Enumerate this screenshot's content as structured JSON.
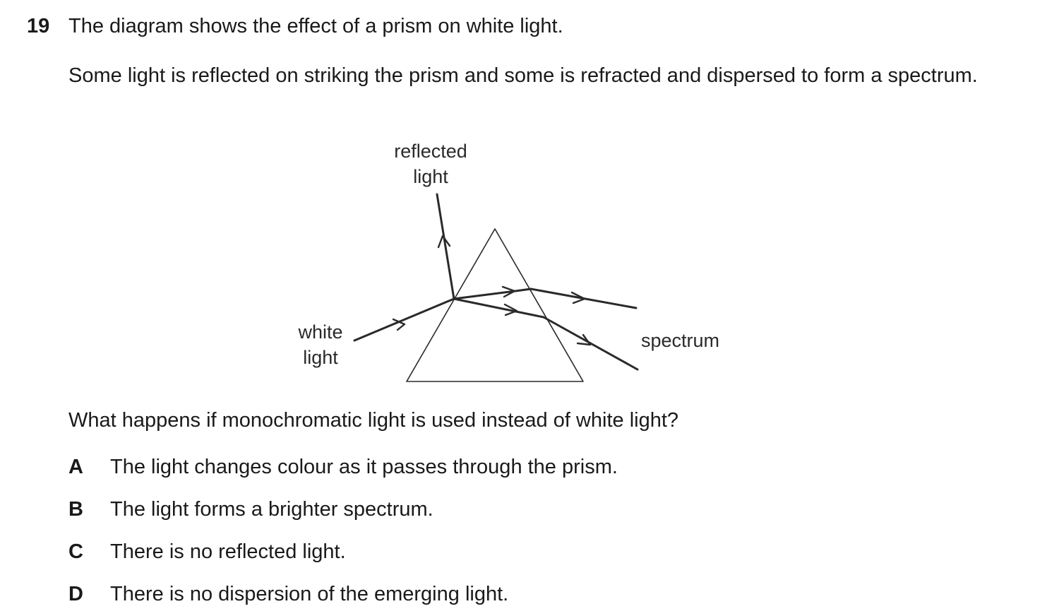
{
  "question": {
    "number": "19",
    "stem": "The diagram shows the effect of a prism on white light.",
    "intro": "Some light is reflected on striking the prism and some is refracted and dispersed to form a spectrum.",
    "prompt": "What happens if monochromatic light is used instead of white light?"
  },
  "diagram": {
    "label_reflected_line1": "reflected",
    "label_reflected_line2": "light",
    "label_white_line1": "white",
    "label_white_line2": "light",
    "label_spectrum": "spectrum"
  },
  "options": [
    {
      "letter": "A",
      "text": "The light changes colour as it passes through the prism."
    },
    {
      "letter": "B",
      "text": "The light forms a brighter spectrum."
    },
    {
      "letter": "C",
      "text": "There is no reflected light."
    },
    {
      "letter": "D",
      "text": "There is no dispersion of the emerging light."
    }
  ]
}
